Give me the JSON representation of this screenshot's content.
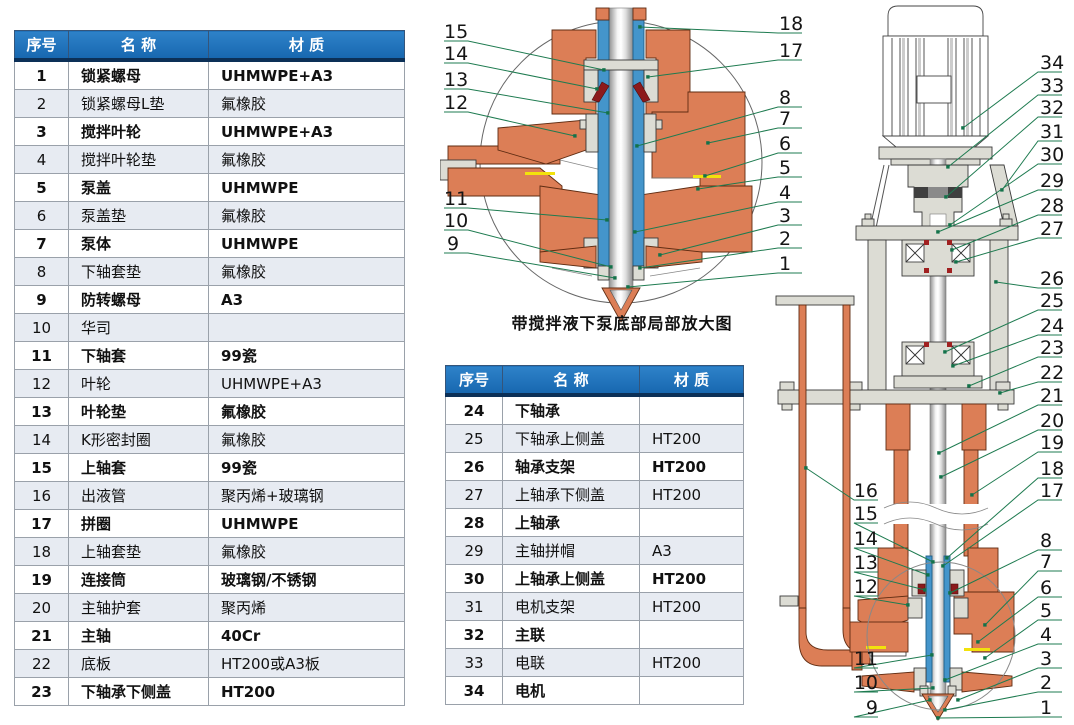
{
  "tables": {
    "parts1": {
      "headers": [
        "序号",
        "名 称",
        "材 质"
      ],
      "rows": [
        [
          "1",
          "锁紧螺母",
          "UHMWPE+A3"
        ],
        [
          "2",
          "锁紧螺母L垫",
          "氟橡胶"
        ],
        [
          "3",
          "搅拌叶轮",
          "UHMWPE+A3"
        ],
        [
          "4",
          "搅拌叶轮垫",
          "氟橡胶"
        ],
        [
          "5",
          "泵盖",
          "UHMWPE"
        ],
        [
          "6",
          "泵盖垫",
          "氟橡胶"
        ],
        [
          "7",
          "泵体",
          "UHMWPE"
        ],
        [
          "8",
          "下轴套垫",
          "氟橡胶"
        ],
        [
          "9",
          "防转螺母",
          "A3"
        ],
        [
          "10",
          "华司",
          ""
        ],
        [
          "11",
          "下轴套",
          "99瓷"
        ],
        [
          "12",
          "叶轮",
          "UHMWPE+A3"
        ],
        [
          "13",
          "叶轮垫",
          "氟橡胶"
        ],
        [
          "14",
          "K形密封圈",
          "氟橡胶"
        ],
        [
          "15",
          "上轴套",
          "99瓷"
        ],
        [
          "16",
          "出液管",
          "聚丙烯+玻璃钢"
        ],
        [
          "17",
          "拼圈",
          "UHMWPE"
        ],
        [
          "18",
          "上轴套垫",
          "氟橡胶"
        ],
        [
          "19",
          "连接筒",
          "玻璃钢/不锈钢"
        ],
        [
          "20",
          "主轴护套",
          "聚丙烯"
        ],
        [
          "21",
          "主轴",
          "40Cr"
        ],
        [
          "22",
          "底板",
          "HT200或A3板"
        ],
        [
          "23",
          "下轴承下侧盖",
          "HT200"
        ]
      ]
    },
    "parts2": {
      "headers": [
        "序号",
        "名 称",
        "材 质"
      ],
      "rows": [
        [
          "24",
          "下轴承",
          ""
        ],
        [
          "25",
          "下轴承上侧盖",
          "HT200"
        ],
        [
          "26",
          "轴承支架",
          "HT200"
        ],
        [
          "27",
          "上轴承下侧盖",
          "HT200"
        ],
        [
          "28",
          "上轴承",
          ""
        ],
        [
          "29",
          "主轴拼帽",
          "A3"
        ],
        [
          "30",
          "上轴承上侧盖",
          "HT200"
        ],
        [
          "31",
          "电机支架",
          "HT200"
        ],
        [
          "32",
          "主联",
          ""
        ],
        [
          "33",
          "电联",
          "HT200"
        ],
        [
          "34",
          "电机",
          ""
        ]
      ]
    }
  },
  "detail": {
    "caption": "带搅拌液下泵底部局部放大图",
    "left": [
      "15",
      "14",
      "13",
      "12",
      "11",
      "10",
      "9"
    ],
    "right": [
      "18",
      "17",
      "8",
      "7",
      "6",
      "5",
      "4",
      "3",
      "2",
      "1"
    ]
  },
  "assembly": {
    "right": [
      "34",
      "33",
      "32",
      "31",
      "30",
      "29",
      "28",
      "27",
      "26",
      "25",
      "24",
      "23",
      "22",
      "21",
      "20",
      "19",
      "18",
      "17",
      "8",
      "7",
      "6",
      "5",
      "4",
      "3",
      "2",
      "1"
    ],
    "left": [
      "16",
      "15",
      "14",
      "13",
      "12",
      "11",
      "10",
      "9"
    ]
  },
  "colors": {
    "header_blue": "#1B72B8",
    "row_alt": "#E7EBF2",
    "salmon": "#DC7E56",
    "sleeve_blue": "#4495CB",
    "leader_green": "#1E7B50",
    "seal_red": "#8C1A1C",
    "gasket_yellow": "#F2E20C"
  }
}
